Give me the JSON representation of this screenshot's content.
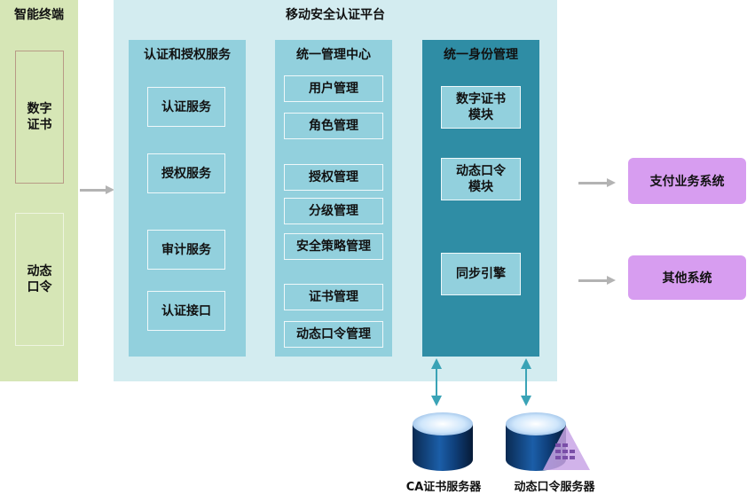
{
  "terminal": {
    "title": "智能终端",
    "items": [
      "数字\n证书",
      "动态\n口令"
    ]
  },
  "platform": {
    "title": "移动安全认证平台",
    "columns": [
      {
        "title": "认证和授权服务",
        "items": [
          "认证服务",
          "授权服务",
          "审计服务",
          "认证接口"
        ]
      },
      {
        "title": "统一管理中心",
        "items": [
          "用户管理",
          "角色管理",
          "授权管理",
          "分级管理",
          "安全策略管理",
          "证书管理",
          "动态口令管理"
        ]
      },
      {
        "title": "统一身份管理",
        "items": [
          "数字证书\n模块",
          "动态口令\n模块",
          "同步引擎"
        ]
      }
    ]
  },
  "systems": [
    "支付业务系统",
    "其他系统"
  ],
  "servers": [
    "CA证书服务器",
    "动态口令服务器"
  ],
  "colors": {
    "terminal_bg": "#d6e6b6",
    "platform_bg": "#d3ecf0",
    "column_bg": "#92d0dd",
    "identity_bg": "#2f8da5",
    "system_bg": "#d79df0",
    "arrow": "#b3b3b3",
    "bidir_arrow": "#3aa3b6"
  }
}
